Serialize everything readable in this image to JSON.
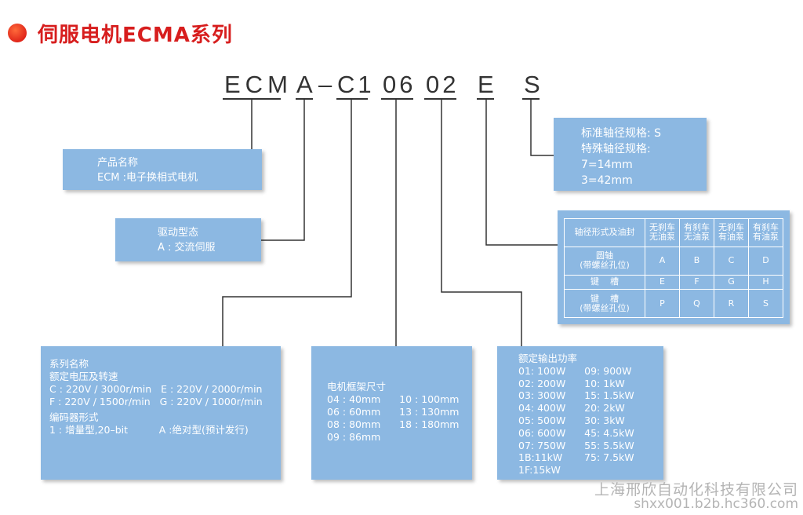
{
  "title": "伺服电机ECMA系列",
  "code_parts": [
    "ECM",
    "A",
    "–",
    "C1",
    "06",
    "02",
    "E",
    "S"
  ],
  "box_product": {
    "lines": [
      "产品名称",
      "ECM :电子换相式电机"
    ]
  },
  "box_drive": {
    "lines": [
      "驱动型态",
      "A : 交流伺服"
    ]
  },
  "box_series": {
    "lines": [
      "系列名称",
      "额定电压及转速",
      "C : 220V / 3000r/min   E : 220V / 2000r/min",
      "F : 220V / 1500r/min   G : 220V / 1000r/min",
      "编码器形式",
      "1 : 增量型,20–bit          A :绝对型(预计发行)"
    ]
  },
  "box_frame": {
    "lines": [
      "电机框架尺寸",
      "04 : 40mm      10 : 100mm",
      "06 : 60mm      13 : 130mm",
      "08 : 80mm      18 : 180mm",
      "09 : 86mm"
    ]
  },
  "box_power": {
    "lines": [
      "额定输出功率",
      "01: 100W      09: 900W",
      "02: 200W      10: 1kW",
      "03: 300W      15: 1.5kW",
      "04: 400W      20: 2kW",
      "05: 500W      30: 3kW",
      "06: 600W      45: 4.5kW",
      "07: 750W      55: 5.5kW",
      "1B:11kW       75: 7.5kW",
      "1F:15kW"
    ]
  },
  "box_shaft": {
    "lines": [
      "标准轴径规格: S",
      "特殊轴径规格:",
      "7=14mm",
      "3=42mm"
    ]
  },
  "table": {
    "header": [
      "轴径形式及油封",
      "无刹车\n无油泵",
      "有刹车\n无油泵",
      "无刹车\n有油泵",
      "有刹车\n有油泵"
    ],
    "rows": [
      [
        "圆轴\n(带螺丝孔位)",
        "A",
        "B",
        "C",
        "D"
      ],
      [
        "键    槽",
        "E",
        "F",
        "G",
        "H"
      ],
      [
        "键    槽\n(带螺丝孔位)",
        "P",
        "Q",
        "R",
        "S"
      ]
    ]
  },
  "footer": {
    "company": "上海邢欣自动化科技有限公司",
    "url": "shxx001.b2b.hc360.com"
  },
  "colors": {
    "title": "#d71e1e",
    "box": "#8cb8e2",
    "line": "#333333",
    "footer": "#b4b4b4"
  }
}
